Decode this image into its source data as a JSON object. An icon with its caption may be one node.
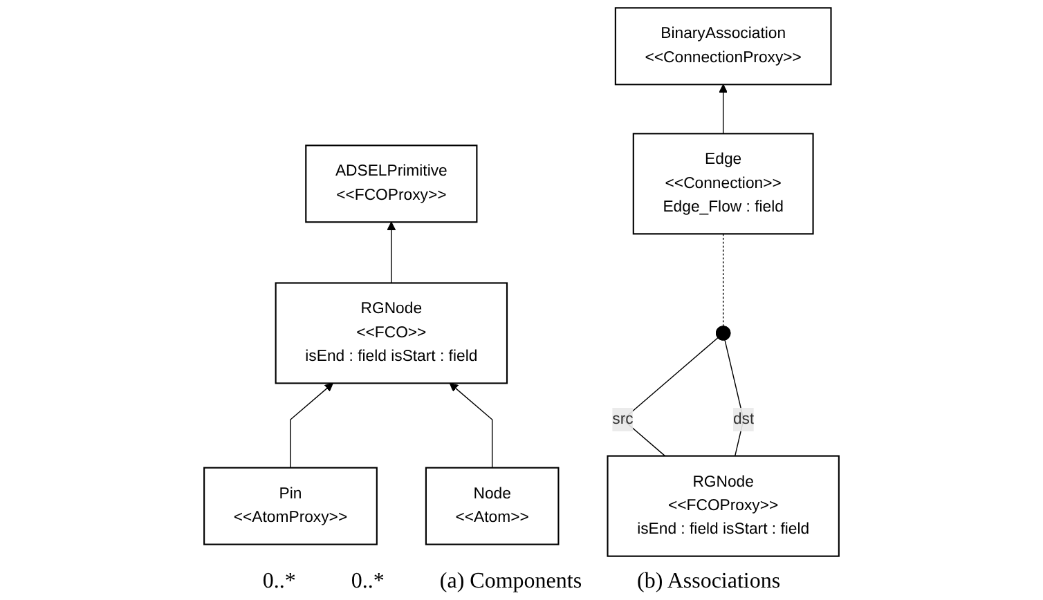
{
  "diagram": {
    "nodes": [
      {
        "text": [
          "ADSELPrimitive",
          "<<FCOProxy>>"
        ]
      },
      {
        "text": [
          "RGNode",
          "<<FCO>>",
          "isEnd : field isStart : field"
        ]
      },
      {
        "text": [
          "Pin",
          "<<AtomProxy>>"
        ]
      },
      {
        "text": [
          "Node",
          "<<Atom>>"
        ]
      },
      {
        "text": [
          "BinaryAssociation",
          "<<ConnectionProxy>>"
        ]
      },
      {
        "text": [
          "RGNode",
          "<<FCOProxy>>",
          "isEnd : field isStart : field"
        ]
      },
      {
        "text": [],
        "shape": "circle"
      },
      {
        "text": [
          "Edge",
          "<<Connection>>",
          "Edge_Flow : field"
        ]
      }
    ],
    "edges": [
      {
        "from": 1,
        "to": 0,
        "arrow": "to"
      },
      {
        "from": 2,
        "to": 1,
        "arrow": "to"
      },
      {
        "from": 3,
        "to": 1,
        "arrow": "to"
      },
      {
        "from": 7,
        "to": 4,
        "arrow": "to"
      },
      {
        "from": 5,
        "to": 6,
        "arrow": "none",
        "label": "src"
      },
      {
        "from": 5,
        "to": 6,
        "arrow": "none",
        "label": "dst"
      },
      {
        "from": 6,
        "to": 7,
        "arrow": "none",
        "style": "dashed"
      }
    ],
    "labels": [
      "0..*",
      "0..*",
      "(a) Components",
      "(b) Associations"
    ]
  }
}
